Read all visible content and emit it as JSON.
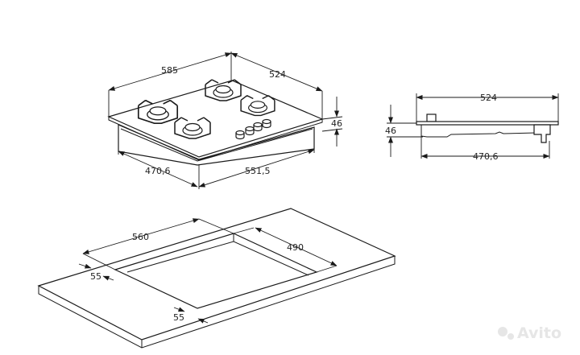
{
  "hob_isometric": {
    "width": "585",
    "depth": "524",
    "height": "46",
    "body_depth": "470,6",
    "body_width": "551,5"
  },
  "hob_side": {
    "depth": "524",
    "height": "46",
    "body_depth": "470,6"
  },
  "cutout": {
    "width": "560",
    "depth": "490",
    "margin_back": "55",
    "margin_front": "55"
  },
  "watermark": "Avito"
}
